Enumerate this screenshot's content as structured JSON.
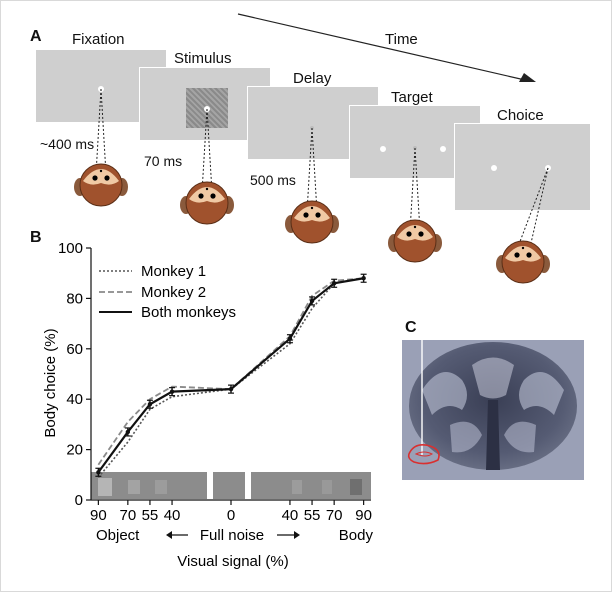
{
  "panelA": {
    "letter": "A",
    "time_label": "Time",
    "stages": [
      {
        "label": "Fixation",
        "duration": "~400 ms"
      },
      {
        "label": "Stimulus",
        "duration": "70 ms"
      },
      {
        "label": "Delay",
        "duration": "500 ms"
      },
      {
        "label": "Target",
        "duration": ""
      },
      {
        "label": "Choice",
        "duration": ""
      }
    ]
  },
  "panelB": {
    "letter": "B"
  },
  "panelC": {
    "letter": "C"
  },
  "colors": {
    "screen": "#cfcfcf",
    "monkey_face": "#a0522d",
    "mri_outline": "#d93030"
  },
  "chart_data": {
    "type": "line",
    "ylabel": "Body choice (%)",
    "xlabel": "Visual signal (%)",
    "ylim": [
      0,
      100
    ],
    "yticks": [
      0,
      20,
      40,
      60,
      80,
      100
    ],
    "categories": [
      "90",
      "70",
      "55",
      "40",
      "0",
      "40",
      "55",
      "70",
      "90"
    ],
    "x_positions": [
      -90,
      -70,
      -55,
      -40,
      0,
      40,
      55,
      70,
      90
    ],
    "xlim": [
      -95,
      95
    ],
    "axis_annotations": {
      "left": "Object",
      "middle": "Full noise",
      "right": "Body"
    },
    "legend": {
      "position": "top-left"
    },
    "series": [
      {
        "name": "Monkey 1",
        "style": "dotted",
        "values": [
          9,
          23,
          36,
          41,
          44,
          62,
          76,
          86,
          88
        ]
      },
      {
        "name": "Monkey 2",
        "style": "dashed",
        "values": [
          14,
          31,
          40,
          45,
          44,
          65,
          81,
          87,
          88
        ]
      },
      {
        "name": "Both monkeys",
        "style": "solid",
        "values": [
          11,
          27,
          38,
          43,
          44,
          64,
          79,
          86,
          88
        ]
      }
    ]
  }
}
